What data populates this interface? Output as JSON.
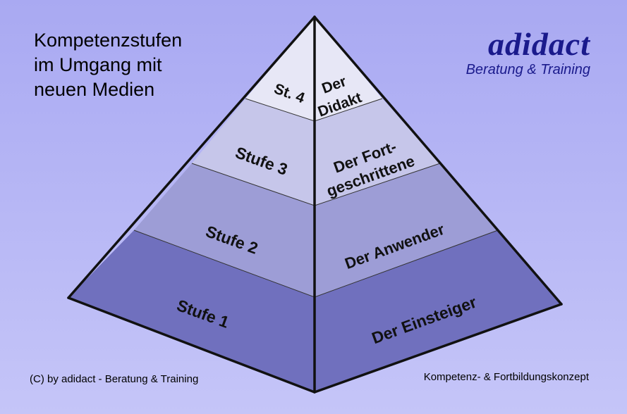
{
  "title_lines": [
    "Kompetenzstufen",
    "im Umgang mit",
    "neuen Medien"
  ],
  "logo": {
    "brand": "adidact",
    "tagline": "Beratung  & Training"
  },
  "footer": {
    "copyright": "(C) by  adidact - Beratung & Training",
    "concept": "Kompetenz- & Fortbildungskonzept"
  },
  "levels": [
    {
      "stage": "Stufe 1",
      "role": [
        "Der Einsteiger"
      ]
    },
    {
      "stage": "Stufe 2",
      "role": [
        "Der Anwender"
      ]
    },
    {
      "stage": "Stufe 3",
      "role": [
        "Der Fort-",
        "geschrittene"
      ]
    },
    {
      "stage": "St. 4",
      "role": [
        "Der",
        "Didakt"
      ]
    }
  ],
  "colors": {
    "level_1": "#7070be",
    "level_2": "#9d9dd6",
    "level_3": "#c6c6ea",
    "level_4": "#e7e7f6",
    "edge": "#111111",
    "brand": "#1a1a8c"
  }
}
